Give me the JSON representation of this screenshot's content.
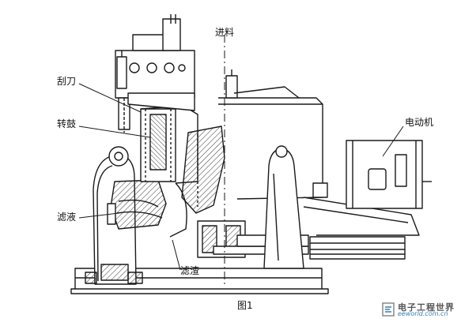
{
  "labels": {
    "feed": "进料",
    "scraper": "刮刀",
    "drum": "转鼓",
    "motor": "电动机",
    "filtrate": "滤液",
    "residue": "滤渣"
  },
  "caption": "图1",
  "watermark": {
    "title": "电子工程世界",
    "url": "eeworld.com.cn",
    "accent_color": "#2f7fc0"
  },
  "colors": {
    "line": "#1a1a1a",
    "hatch": "#333333",
    "background": "#ffffff"
  }
}
